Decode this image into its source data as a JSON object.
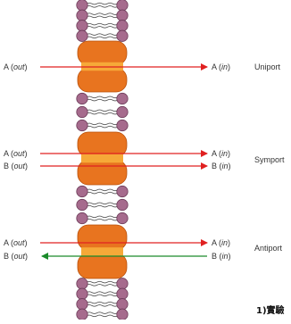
{
  "figure": {
    "rows": [
      {
        "type_label": "Uniport",
        "left_labels": [
          {
            "name": "A",
            "side": "out"
          }
        ],
        "right_labels": [
          {
            "name": "A",
            "side": "in"
          }
        ],
        "arrows": [
          "right"
        ]
      },
      {
        "type_label": "Symport",
        "left_labels": [
          {
            "name": "A",
            "side": "out"
          },
          {
            "name": "B",
            "side": "out"
          }
        ],
        "right_labels": [
          {
            "name": "A",
            "side": "in"
          },
          {
            "name": "B",
            "side": "in"
          }
        ],
        "arrows": [
          "right",
          "right"
        ]
      },
      {
        "type_label": "Antiport",
        "left_labels": [
          {
            "name": "A",
            "side": "out"
          },
          {
            "name": "B",
            "side": "out"
          }
        ],
        "right_labels": [
          {
            "name": "A",
            "side": "in"
          },
          {
            "name": "B",
            "side": "in"
          }
        ],
        "arrows": [
          "right",
          "left"
        ]
      }
    ],
    "footnote": "1)實驗"
  },
  "colors": {
    "head": "#a66b8d",
    "head_stroke": "#6b3a57",
    "tail": "#555555",
    "protein": "#e8741f",
    "protein_stroke": "#b84f0a",
    "channel": "#f6a938",
    "arrow_red": "#e02020",
    "arrow_green": "#1a8a2a"
  }
}
